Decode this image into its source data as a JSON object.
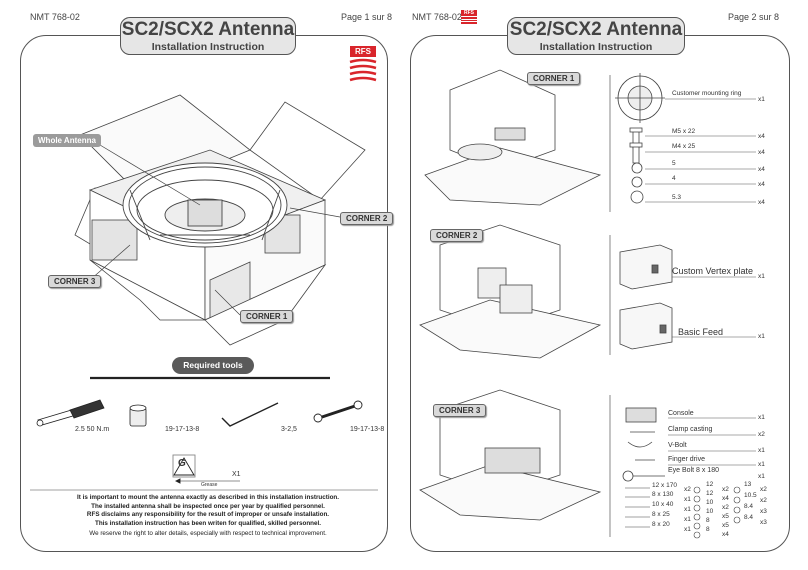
{
  "left_page": {
    "doc_number": "NMT 768-02",
    "page_label": "Page 1 sur 8",
    "title": "SC2/SCX2 Antenna",
    "subtitle": "Installation  Instruction",
    "logo_text": "RFS",
    "callouts": {
      "whole_antenna": "Whole Antenna",
      "corner2": "CORNER 2",
      "corner3": "CORNER 3",
      "corner1": "CORNER 1"
    },
    "required_tools_label": "Required tools",
    "tools": [
      {
        "label": "2.5      50 N.m"
      },
      {
        "label": "19-17-13-8"
      },
      {
        "label": "3-2,5"
      },
      {
        "label": "19-17-13-8"
      }
    ],
    "grease_symbol": "G",
    "grease_label": "Grease",
    "grease_qty": "X1",
    "footer_lines": [
      "It is important to mount the antenna exactly as described in this installation instruction.",
      "The installed antenna shall be inspected once per year by qualified personnel.",
      "RFS disclaims any responsibility for the result of improper or unsafe installation.",
      "This installation instruction has been writen for qualified, skilled personnel."
    ],
    "footer_note": "We reserve the right to alter details, especially with respect to technical improvement."
  },
  "right_page": {
    "doc_number": "NMT 768-02",
    "page_label": "Page 2 sur 8",
    "title": "SC2/SCX2 Antenna",
    "subtitle": "Installation  Instruction",
    "corners": [
      "CORNER 1",
      "CORNER 2",
      "CORNER 3"
    ],
    "corner1_parts": [
      {
        "name": "Customer mounting ring",
        "qty": "x1"
      },
      {
        "name": "M5 x 22",
        "qty": "x4"
      },
      {
        "name": "M4 x 25",
        "qty": "x4"
      },
      {
        "name": "5",
        "qty": "x4"
      },
      {
        "name": "4",
        "qty": "x4"
      },
      {
        "name": "5.3",
        "qty": "x4"
      }
    ],
    "corner2_parts": [
      {
        "name": "Custom Vertex plate",
        "qty": "x1"
      },
      {
        "name": "Basic Feed",
        "qty": "x1"
      }
    ],
    "corner3_parts": [
      {
        "name": "Console",
        "qty": "x1"
      },
      {
        "name": "Clamp casting",
        "qty": "x2"
      },
      {
        "name": "V-Bolt",
        "qty": "x1"
      },
      {
        "name": "Finger drive",
        "qty": "x1"
      },
      {
        "name": "Eye Bolt 8 x 180",
        "qty": "x1"
      }
    ],
    "hardware_bolts": [
      {
        "name": "12 x 170",
        "qty": "x2"
      },
      {
        "name": "8 x 130",
        "qty": "x1"
      },
      {
        "name": "10 x 40",
        "qty": "x1"
      },
      {
        "name": "8 x 25",
        "qty": "x1"
      },
      {
        "name": "8 x 20",
        "qty": "x1"
      }
    ],
    "hardware_nuts": [
      {
        "name": "12",
        "qty": "x2"
      },
      {
        "name": "12",
        "qty": "x4"
      },
      {
        "name": "10",
        "qty": "x2"
      },
      {
        "name": "10",
        "qty": "x5"
      },
      {
        "name": "8",
        "qty": "x5"
      },
      {
        "name": "8",
        "qty": "x4"
      }
    ],
    "hardware_washers": [
      {
        "name": "13",
        "qty": "x2"
      },
      {
        "name": "10.5",
        "qty": "x2"
      },
      {
        "name": "8.4",
        "qty": "x3"
      },
      {
        "name": "8.4",
        "qty": "x3"
      }
    ]
  },
  "colors": {
    "logo_red": "#d9252b",
    "border": "#555555",
    "title_bg": "#e6e6e6"
  }
}
